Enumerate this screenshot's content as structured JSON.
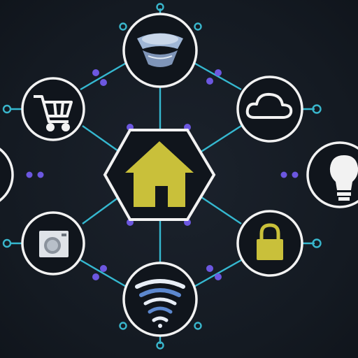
{
  "colors": {
    "background": "#141a22",
    "node_ring": "#f2f2f2",
    "connector": "#35b8d0",
    "accent_dot": "#6c57e0",
    "home_icon": "#c9c03a",
    "lock_icon": "#c9c03a"
  },
  "hub": {
    "icon": "house-icon"
  },
  "nodes": [
    {
      "id": "top",
      "icon": "router-icon"
    },
    {
      "id": "upper-left",
      "icon": "shopping-cart-icon"
    },
    {
      "id": "upper-right",
      "icon": "cloud-icon"
    },
    {
      "id": "left",
      "icon": "partial-device-icon"
    },
    {
      "id": "right",
      "icon": "lightbulb-icon"
    },
    {
      "id": "lower-left",
      "icon": "washing-machine-icon"
    },
    {
      "id": "lower-right",
      "icon": "padlock-icon"
    },
    {
      "id": "bottom",
      "icon": "wifi-icon"
    }
  ]
}
